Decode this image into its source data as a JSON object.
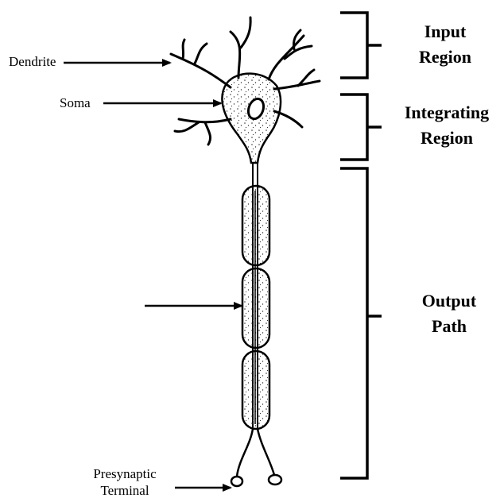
{
  "labels": {
    "dendrite": "Dendrite",
    "soma": "Soma",
    "presynaptic_line1": "Presynaptic",
    "presynaptic_line2": "Terminal"
  },
  "regions": {
    "input": [
      "Input",
      "Region"
    ],
    "integrating": [
      "Integrating",
      "Region"
    ],
    "output": [
      "Output",
      "Path"
    ]
  }
}
